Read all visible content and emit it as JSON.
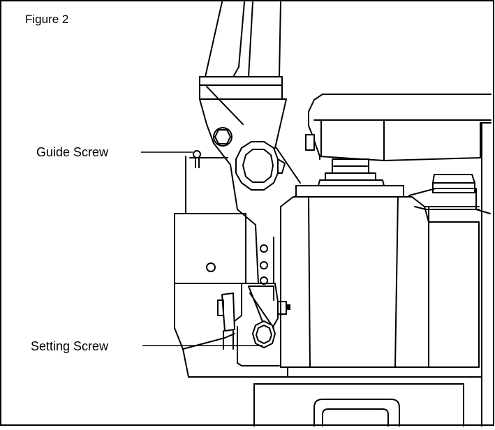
{
  "figure": {
    "title": "Figure 2"
  },
  "callouts": {
    "guide_screw": "Guide Screw",
    "setting_screw": "Setting Screw"
  },
  "colors": {
    "line": "#000000",
    "background": "#ffffff"
  }
}
